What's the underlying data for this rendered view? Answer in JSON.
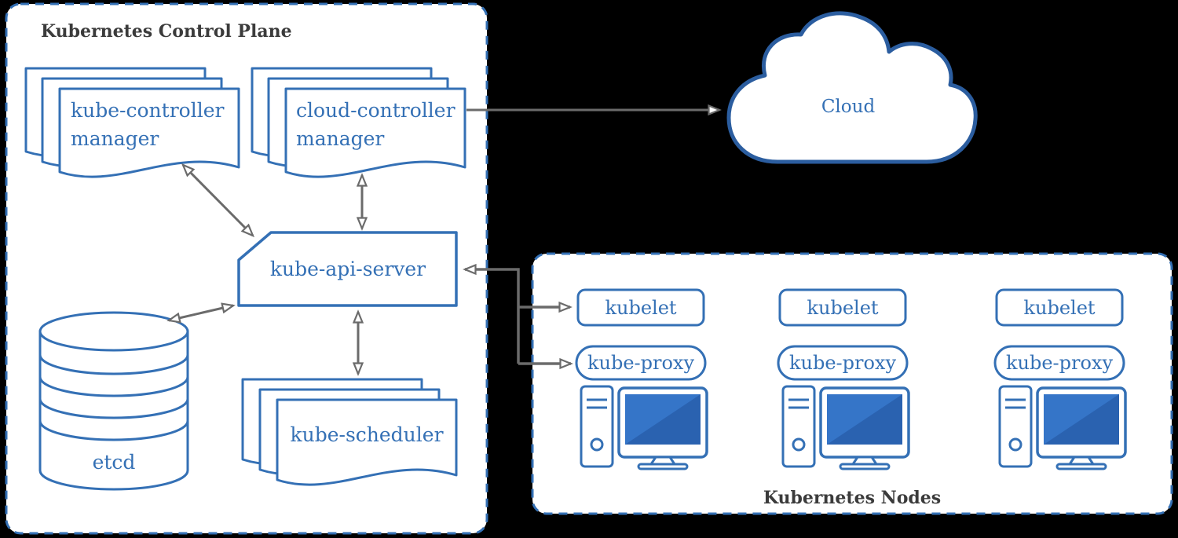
{
  "control_plane": {
    "title": "Kubernetes Control Plane",
    "kube_controller_manager": {
      "line1": "kube-controller",
      "line2": "manager"
    },
    "cloud_controller_manager": {
      "line1": "cloud-controller",
      "line2": "manager"
    },
    "kube_api_server": {
      "label": "kube-api-server"
    },
    "etcd": {
      "label": "etcd"
    },
    "kube_scheduler": {
      "label": "kube-scheduler"
    }
  },
  "cloud": {
    "label": "Cloud"
  },
  "nodes": {
    "title": "Kubernetes Nodes",
    "items": [
      {
        "kubelet": "kubelet",
        "kube_proxy": "kube-proxy"
      },
      {
        "kubelet": "kubelet",
        "kube_proxy": "kube-proxy"
      },
      {
        "kubelet": "kubelet",
        "kube_proxy": "kube-proxy"
      }
    ]
  },
  "colors": {
    "primary_blue": "#3470b5",
    "cloud_outline_blue": "#2b5d9f",
    "arrow_gray": "#6b6b6b",
    "heading_gray": "#3b3b3b",
    "screen_blue": "#3575c8",
    "screen_shade_blue": "#2a62b0",
    "panel_white": "#ffffff",
    "background": "#000000"
  }
}
